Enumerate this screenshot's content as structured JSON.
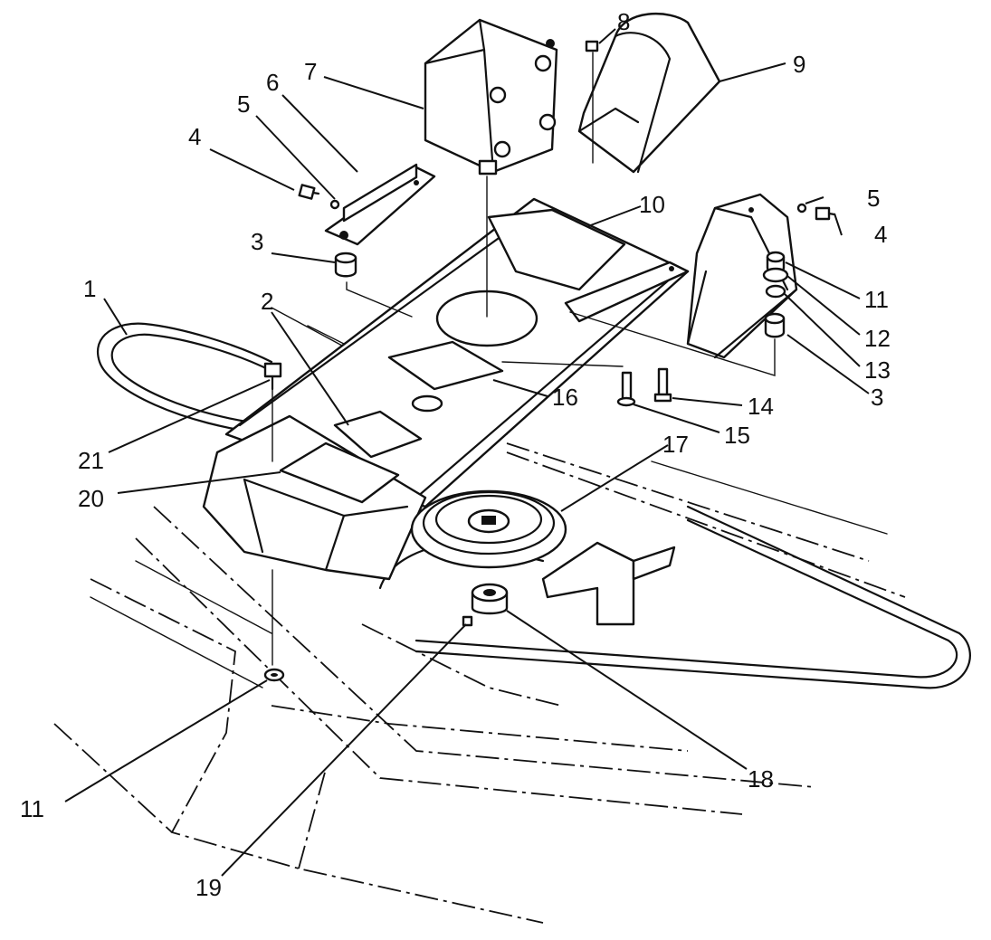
{
  "diagram": {
    "callouts": [
      {
        "id": "c1",
        "label": "1"
      },
      {
        "id": "c2",
        "label": "2"
      },
      {
        "id": "c3a",
        "label": "3"
      },
      {
        "id": "c3b",
        "label": "3"
      },
      {
        "id": "c4a",
        "label": "4"
      },
      {
        "id": "c4b",
        "label": "4"
      },
      {
        "id": "c5a",
        "label": "5"
      },
      {
        "id": "c5b",
        "label": "5"
      },
      {
        "id": "c6",
        "label": "6"
      },
      {
        "id": "c7",
        "label": "7"
      },
      {
        "id": "c8",
        "label": "8"
      },
      {
        "id": "c9",
        "label": "9"
      },
      {
        "id": "c10",
        "label": "10"
      },
      {
        "id": "c11a",
        "label": "11"
      },
      {
        "id": "c11b",
        "label": "11"
      },
      {
        "id": "c12",
        "label": "12"
      },
      {
        "id": "c13",
        "label": "13"
      },
      {
        "id": "c14",
        "label": "14"
      },
      {
        "id": "c15",
        "label": "15"
      },
      {
        "id": "c16",
        "label": "16"
      },
      {
        "id": "c17",
        "label": "17"
      },
      {
        "id": "c18",
        "label": "18"
      },
      {
        "id": "c19",
        "label": "19"
      },
      {
        "id": "c20",
        "label": "20"
      },
      {
        "id": "c21",
        "label": "21"
      }
    ]
  }
}
